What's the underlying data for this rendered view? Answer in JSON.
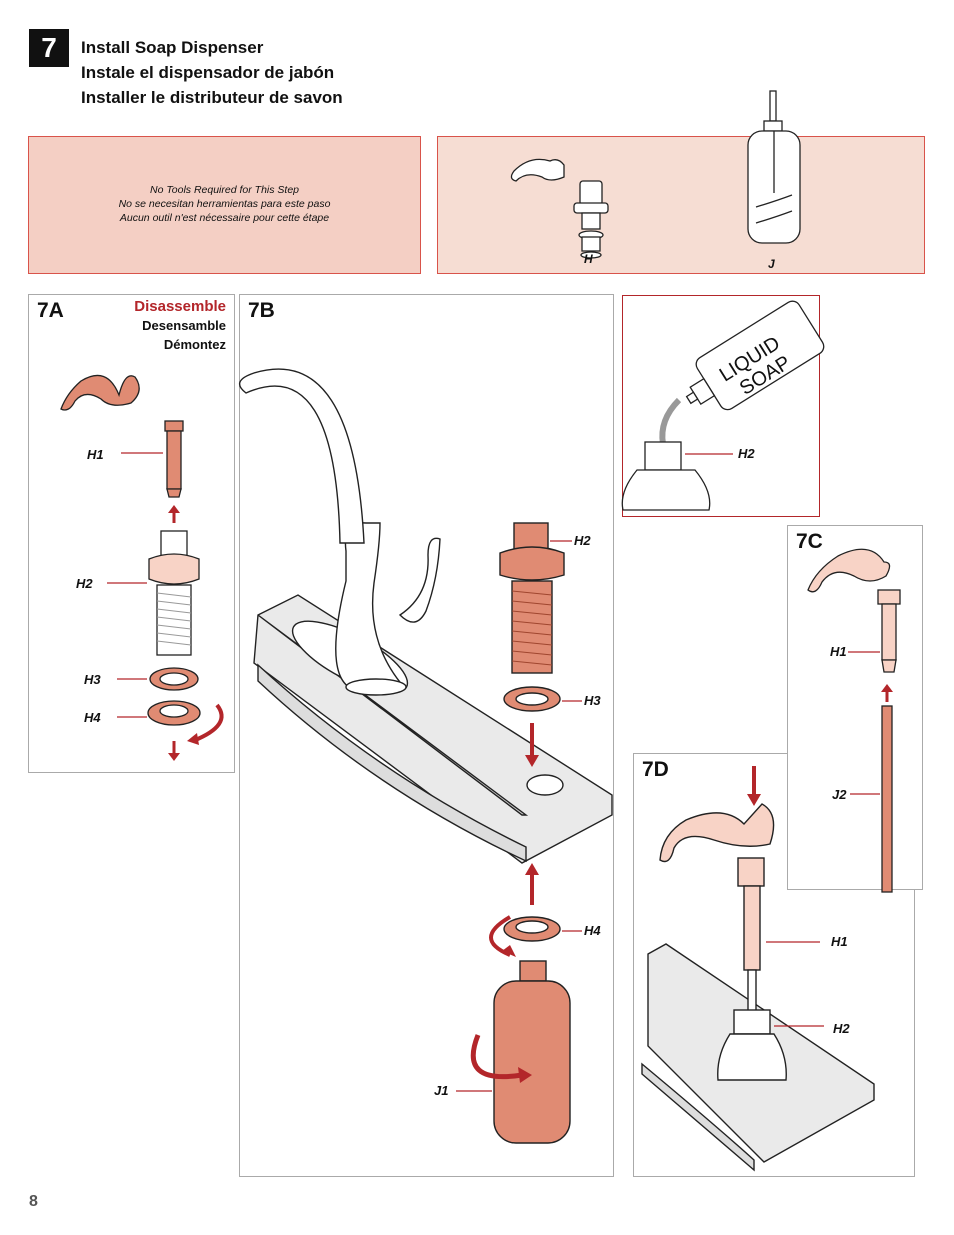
{
  "step": {
    "number": "7",
    "titles": [
      "Install Soap Dispenser",
      "Instale el dispensador de jabón",
      "Installer le distributeur de savon"
    ]
  },
  "note": {
    "lines": [
      "No Tools Required for This Step",
      "No se necesitan herramientas para este paso",
      "Aucun outil n'est nécessaire pour cette étape"
    ]
  },
  "parts": {
    "h": "H",
    "j": "J"
  },
  "panel_7a": {
    "label": "7A",
    "heading": [
      "Disassemble",
      "Desensamble",
      "Démontez"
    ],
    "callouts": {
      "h1": "H1",
      "h2": "H2",
      "h3": "H3",
      "h4": "H4"
    }
  },
  "panel_7b": {
    "label": "7B",
    "callouts": {
      "h2": "H2",
      "h3": "H3",
      "h4": "H4",
      "j1": "J1"
    }
  },
  "panel_pour": {
    "bottle_text": [
      "LIQUID",
      "SOAP"
    ],
    "callouts": {
      "h2": "H2"
    }
  },
  "panel_7c": {
    "label": "7C",
    "callouts": {
      "h1": "H1",
      "j2": "J2"
    }
  },
  "panel_7d": {
    "label": "7D",
    "callouts": {
      "h1": "H1",
      "h2": "H2"
    }
  },
  "colors": {
    "accent": "#b3262a",
    "part": "#e08b73",
    "part_light": "#f8d3c6"
  },
  "page_number": "8"
}
